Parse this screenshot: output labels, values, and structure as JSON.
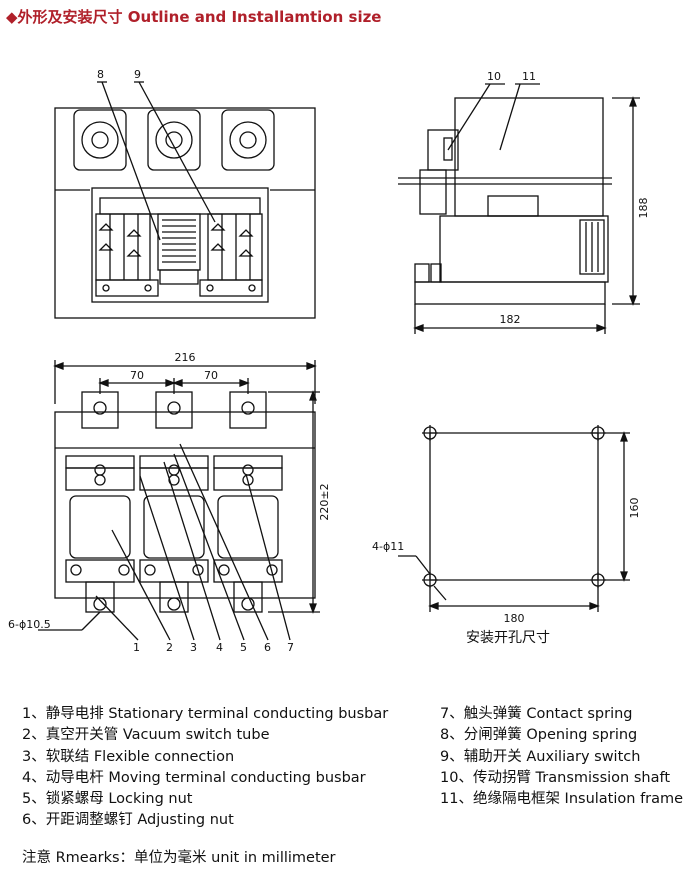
{
  "title": "◆外形及安装尺寸 Outline and Installamtion size",
  "callouts": {
    "front_top": [
      "8",
      "9"
    ],
    "side": [
      "10",
      "11"
    ],
    "front_bottom": [
      "1",
      "2",
      "3",
      "4",
      "5",
      "6",
      "7"
    ]
  },
  "dimensions": {
    "width_total": "216",
    "pitch_left": "70",
    "pitch_right": "70",
    "height_total": "220±2",
    "side_height": "188",
    "side_width": "182",
    "mount_holes_bottom": "6-ϕ10.5",
    "hole_pattern_holes": "4-ϕ11",
    "hole_pattern_width": "180",
    "hole_pattern_height": "160"
  },
  "hole_caption": "安装开孔尺寸",
  "legend_left": [
    "1、静导电排 Stationary terminal conducting busbar",
    "2、真空开关管 Vacuum switch tube",
    "3、软联结 Flexible connection",
    "4、动导电杆 Moving terminal conducting busbar",
    "5、锁紧螺母 Locking nut",
    "6、开距调整螺钉 Adjusting nut"
  ],
  "legend_right": [
    "7、触头弹簧 Contact spring",
    "8、分闸弹簧 Opening spring",
    "9、辅助开关 Auxiliary switch",
    "10、传动拐臂 Transmission shaft",
    "11、绝缘隔电框架 Insulation frame"
  ],
  "remarks": "注意 Rmearks：单位为毫米 unit in millimeter",
  "colors": {
    "title": "#b0202a",
    "line": "#111111"
  }
}
